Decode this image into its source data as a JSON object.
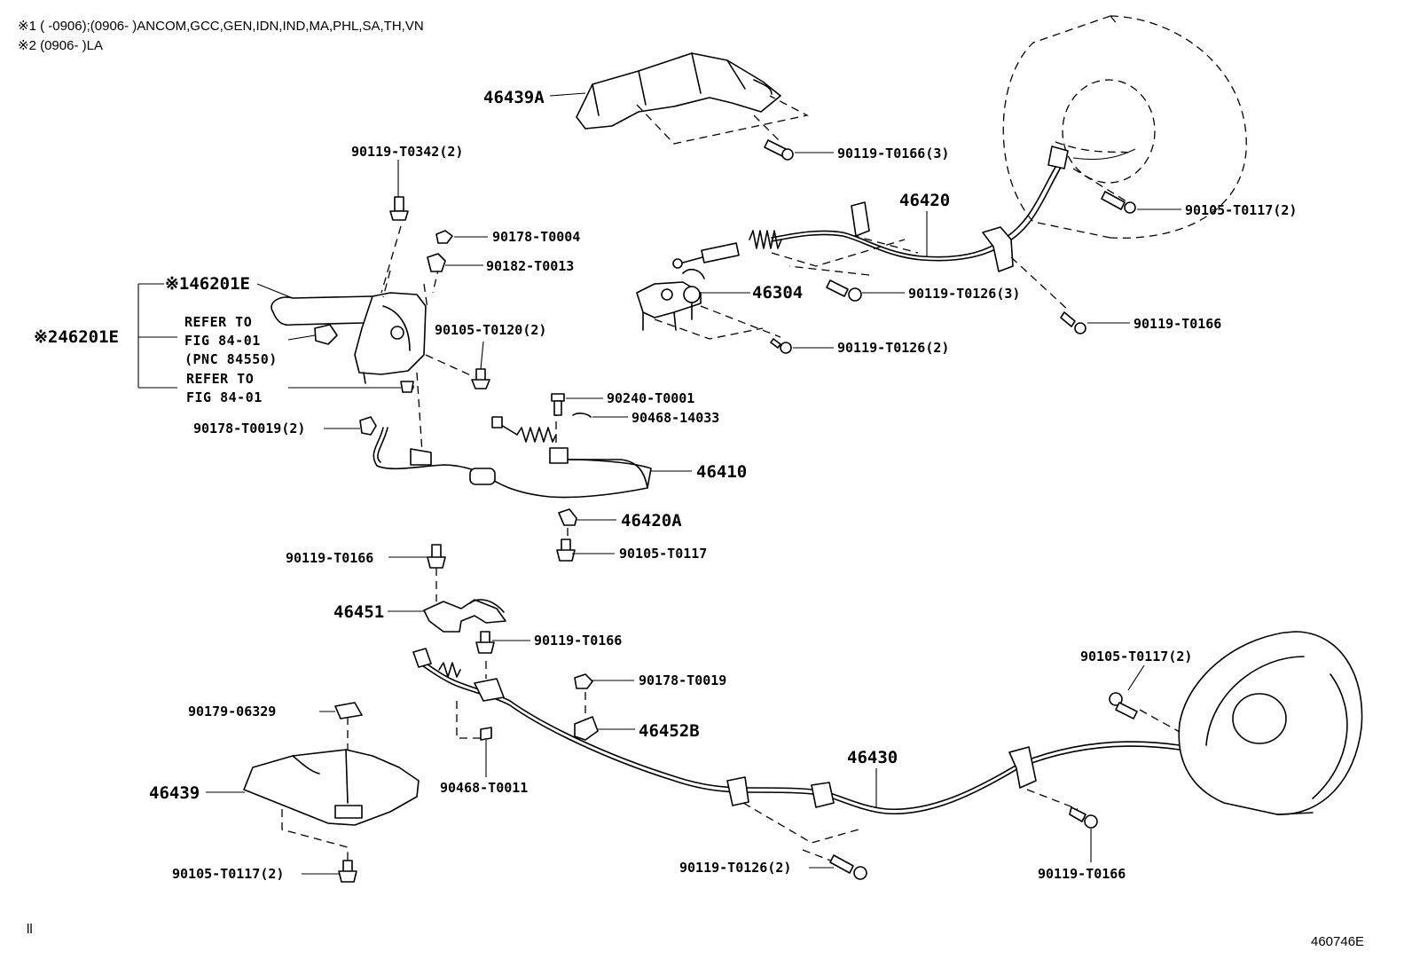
{
  "notes": {
    "note1": "※1 (      -0906);(0906-       )ANCOM,GCC,GEN,IDN,IND,MA,PHL,SA,TH,VN",
    "note2": "※2 (0906-       )LA"
  },
  "labels": {
    "p46439A": "46439A",
    "p90119_T0342_2": "90119-T0342(2)",
    "p90119_T0166_3": "90119-T0166(3)",
    "p90105_T0117_2_top": "90105-T0117(2)",
    "p46420": "46420",
    "p90178_T0004": "90178-T0004",
    "p90182_T0013": "90182-T0013",
    "p46201E_1": "※146201E",
    "p46201E_2": "※246201E",
    "refer1_line1": "REFER TO",
    "refer1_line2": "FIG 84-01",
    "refer1_line3": "(PNC 84550)",
    "refer2_line1": "REFER TO",
    "refer2_line2": "FIG 84-01",
    "p46304": "46304",
    "p90119_T0126_3": "90119-T0126(3)",
    "p90119_T0166_top": "90119-T0166",
    "p90105_T0120_2": "90105-T0120(2)",
    "p90119_T0126_2_top": "90119-T0126(2)",
    "p90240_T0001": "90240-T0001",
    "p90468_14033": "90468-14033",
    "p90178_T0019_2": "90178-T0019(2)",
    "p46410": "46410",
    "p46420A": "46420A",
    "p90119_T0166_mid": "90119-T0166",
    "p90105_T0117_mid": "90105-T0117",
    "p46451": "46451",
    "p90119_T0166_low": "90119-T0166",
    "p90178_T0019": "90178-T0019",
    "p90105_T0117_2_right": "90105-T0117(2)",
    "p90179_06329": "90179-06329",
    "p46452B": "46452B",
    "p46430": "46430",
    "p46439": "46439",
    "p90468_T0011": "90468-T0011",
    "p90119_T0126_2_bottom": "90119-T0126(2)",
    "p90119_T0166_bottom": "90119-T0166",
    "p90105_T0117_2_bottom": "90105-T0117(2)"
  },
  "footer": {
    "mark": "ll",
    "figure_id": "460746E"
  }
}
